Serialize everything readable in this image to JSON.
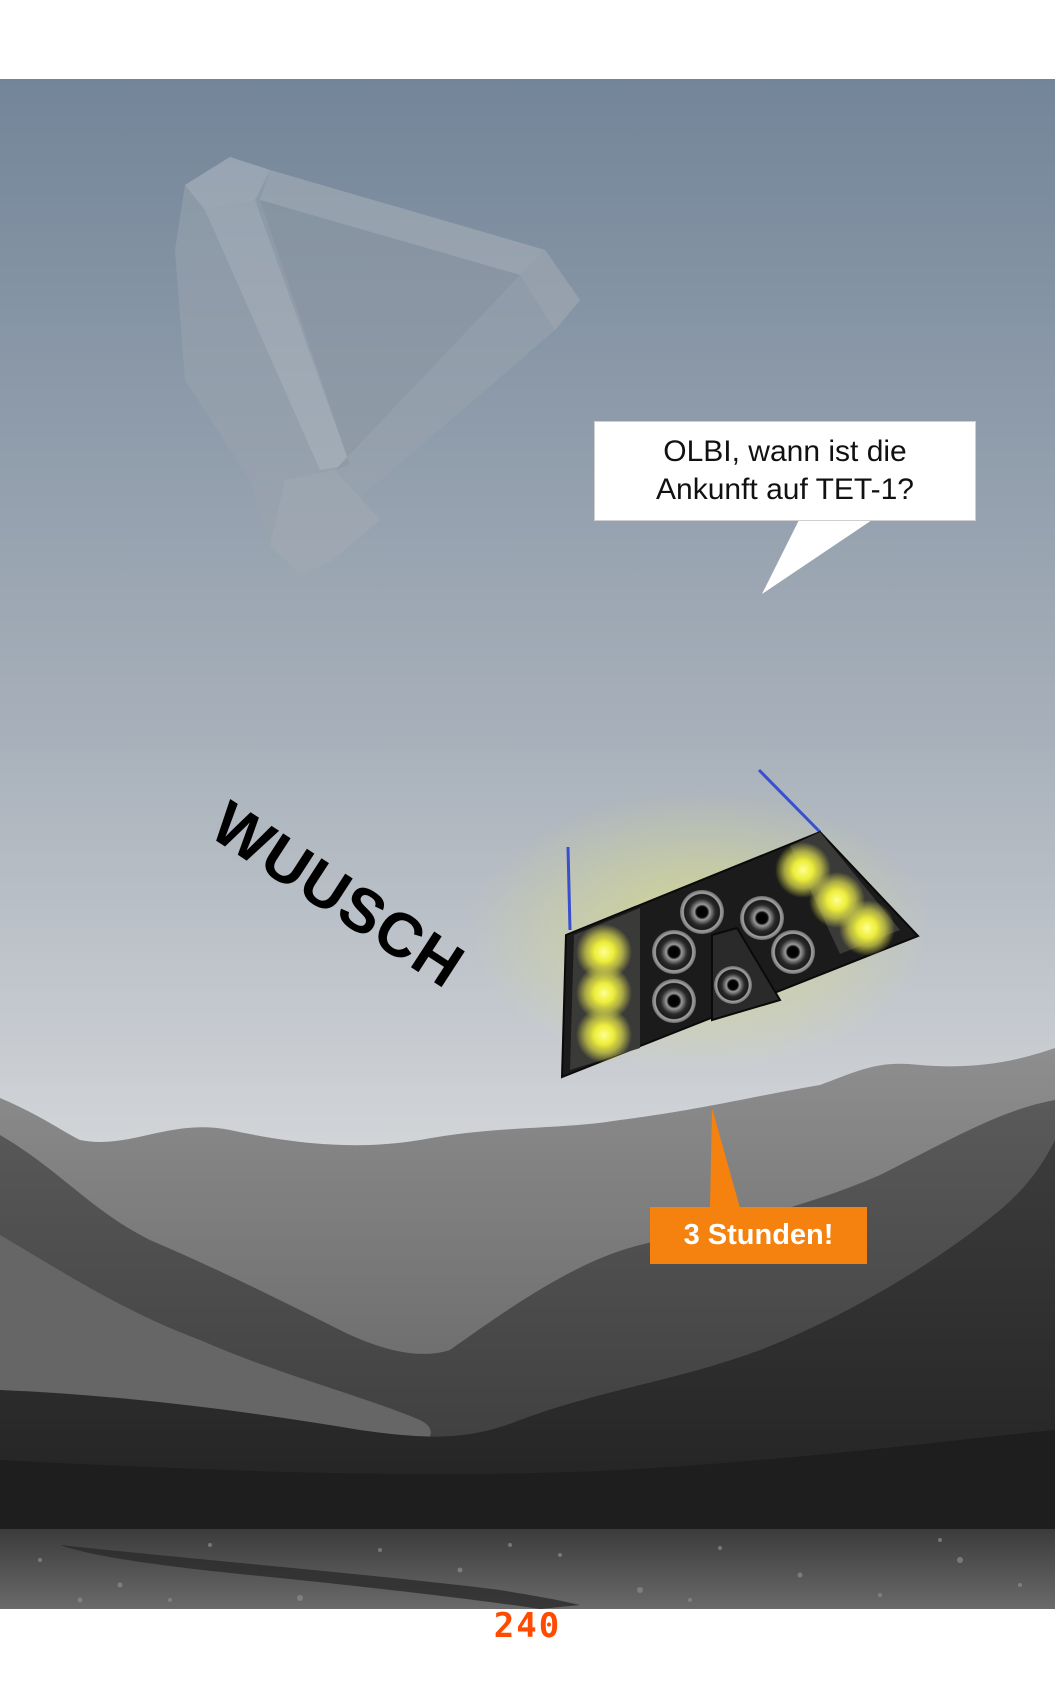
{
  "panel": {
    "speech_bubble_text": "OLBI, wann ist die Ankunft auf TET-1?",
    "reply_text": "3 Stunden!",
    "sound_effect": "WUUSCH",
    "page_number": "240"
  },
  "colors": {
    "sky_top": "#738599",
    "sky_bottom": "#dcdcdc",
    "reply_bg": "#f5820f",
    "page_number": "#ff4a00",
    "engine_glow": "#f2f23a",
    "antenna": "#3a4fd0"
  },
  "icons": [
    "mothership-silhouette",
    "spaceship-icon",
    "engine-light-icon",
    "thruster-nozzle-icon",
    "antenna-icon",
    "mountain-range",
    "rocky-ground"
  ]
}
